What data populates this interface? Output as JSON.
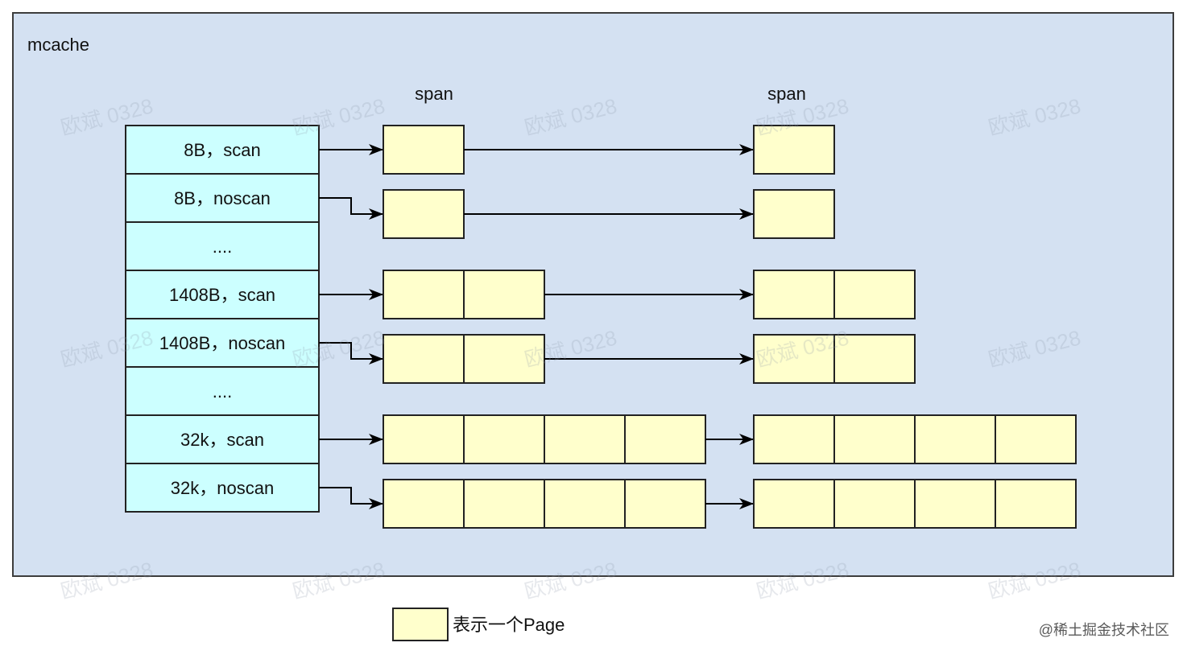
{
  "container": {
    "label": "mcache"
  },
  "span_labels": [
    "span",
    "span"
  ],
  "size_classes": [
    "8B，scan",
    "8B，noscan",
    "....",
    "1408B，scan",
    "1408B，noscan",
    "....",
    "32k，scan",
    "32k，noscan"
  ],
  "span_lists": [
    {
      "size_class_index": 0,
      "spans": [
        {
          "pages": 1
        },
        {
          "pages": 1
        }
      ]
    },
    {
      "size_class_index": 1,
      "spans": [
        {
          "pages": 1
        },
        {
          "pages": 1
        }
      ]
    },
    {
      "size_class_index": 3,
      "spans": [
        {
          "pages": 2
        },
        {
          "pages": 2
        }
      ]
    },
    {
      "size_class_index": 4,
      "spans": [
        {
          "pages": 2
        },
        {
          "pages": 2
        }
      ]
    },
    {
      "size_class_index": 6,
      "spans": [
        {
          "pages": 4
        },
        {
          "pages": 4
        }
      ]
    },
    {
      "size_class_index": 7,
      "spans": [
        {
          "pages": 4
        },
        {
          "pages": 4
        }
      ]
    }
  ],
  "legend": {
    "label": "表示一个Page"
  },
  "watermark": "欧斌 0328",
  "site_watermark": "@稀土掘金技术社区",
  "colors": {
    "container_fill": "#d4e1f2",
    "size_class_fill": "#ccffff",
    "page_fill": "#ffffcc",
    "stroke": "#222222"
  }
}
